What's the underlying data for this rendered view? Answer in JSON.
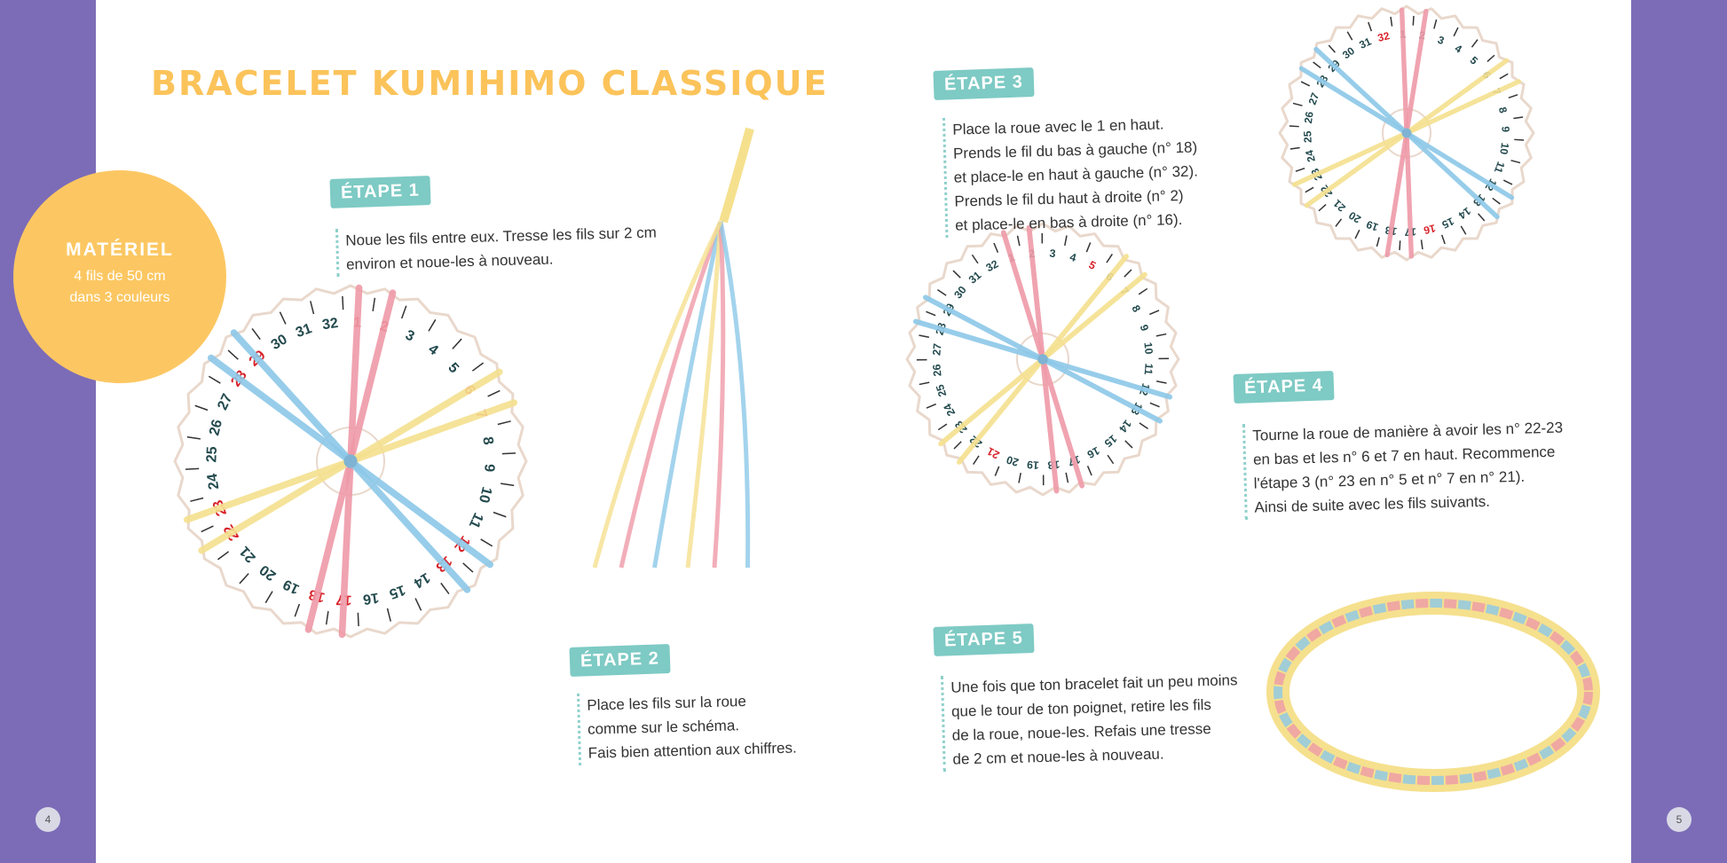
{
  "title": "BRACELET KUMIHIMO CLASSIQUE",
  "materiel": {
    "heading": "MATÉRIEL",
    "lines": [
      "4 fils de 50 cm",
      "dans 3 couleurs"
    ]
  },
  "steps": [
    {
      "label": "ÉTAPE 1",
      "lines": [
        "Noue les fils entre eux. Tresse les fils sur 2 cm",
        "environ et noue-les à nouveau."
      ]
    },
    {
      "label": "ÉTAPE 2",
      "lines": [
        "Place les fils sur la roue",
        "comme sur le schéma.",
        "Fais bien attention aux chiffres."
      ]
    },
    {
      "label": "ÉTAPE 3",
      "lines": [
        "Place la roue avec le 1 en haut.",
        "Prends le fil du bas à gauche (n° 18)",
        "et place-le en haut à gauche (n° 32).",
        "Prends le fil du haut à droite (n° 2)",
        "et place-le en bas à droite (n° 16)."
      ]
    },
    {
      "label": "ÉTAPE 4",
      "lines": [
        "Tourne la roue de manière à avoir les n° 22-23",
        "en bas et les n° 6 et 7 en haut. Recommence",
        "l'étape 3 (n° 23 en n° 5 et n° 7 en n° 21).",
        "Ainsi de suite avec les fils suivants."
      ]
    },
    {
      "label": "ÉTAPE 5",
      "lines": [
        "Une fois que ton bracelet fait un peu moins",
        "que le tour de ton poignet, retire les fils",
        "de la roue, noue-les. Refais une tresse",
        "de 2 cm et noue-les à nouveau."
      ]
    }
  ],
  "wheels": {
    "main": {
      "red": [
        1,
        2,
        6,
        7,
        12,
        13,
        17,
        18,
        22,
        23,
        28,
        29
      ]
    },
    "step3": {
      "red": [
        32,
        16
      ]
    },
    "step4": {
      "red": [
        5,
        21
      ]
    }
  },
  "page_numbers": [
    "4",
    "5"
  ],
  "colors": {
    "purple": "#7c6cb7",
    "yellow": "#fcc762",
    "teal": "#7ecac4",
    "pink": "#ef9aa8",
    "blue": "#8cc8e8",
    "cream": "#f5e08e"
  }
}
